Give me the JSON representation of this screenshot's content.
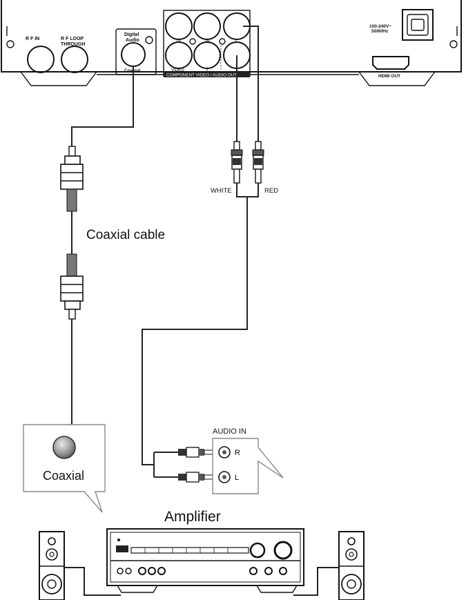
{
  "player": {
    "rf_in_label": "R F   IN",
    "rf_loop_label_1": "R F   LOOP",
    "rf_loop_label_2": "THROUGH",
    "digital_audio_label_1": "Digital",
    "digital_audio_label_2": "Audio",
    "coaxial_port_label": "Coaxial",
    "pr_label": "Pr",
    "pb_label": "Pb",
    "l_label": "L",
    "video_label": "VIDEO",
    "y_label": "Y",
    "component_bar_label": "COMPONENT VIDEO / AUDIO OUT",
    "power_label_1": "100-240V~",
    "power_label_2": "50/60Hz",
    "hdmi_label": "HDMI OUT"
  },
  "plugs": {
    "white_label": "WHITE",
    "red_label": "RED"
  },
  "coaxial_cable_label": "Coaxial cable",
  "audio_in": {
    "title": "AUDIO IN",
    "r_label": "R",
    "l_label": "L"
  },
  "coaxial_callout_label": "Coaxial",
  "amplifier_label": "Amplifier",
  "colors": {
    "line": "#111111",
    "component_bar": "#222222",
    "callout_border": "#888888",
    "coax_knob": "#9a9a9a"
  }
}
